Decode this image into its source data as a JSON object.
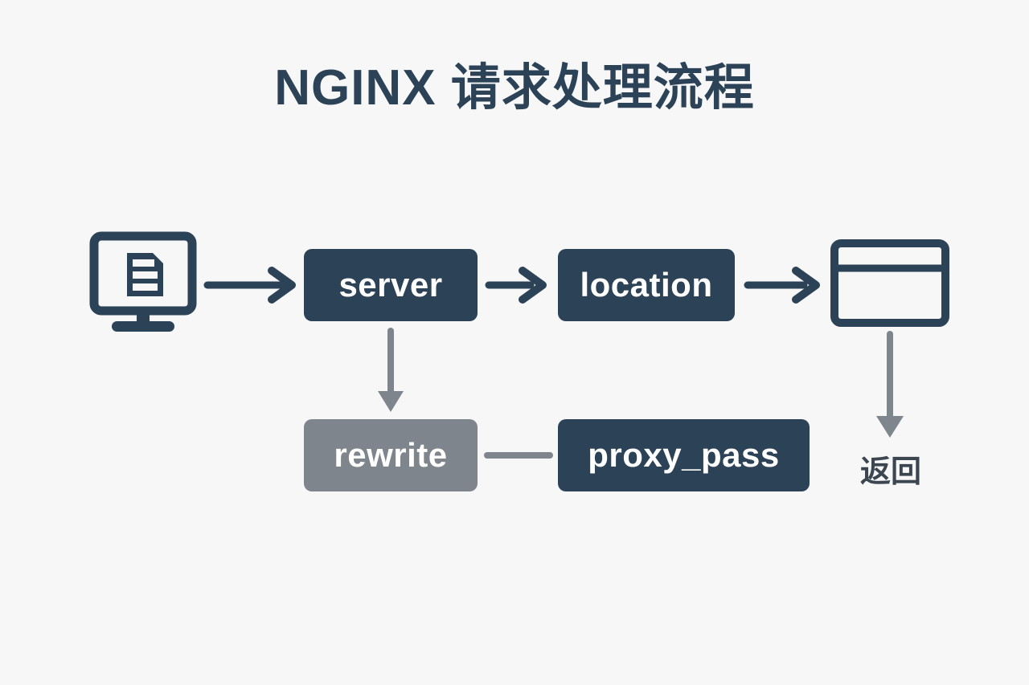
{
  "page": {
    "title": "NGINX 请求处理流程",
    "background_color": "#f7f7f8"
  },
  "colors": {
    "primary_dark": "#2c4257",
    "muted_gray": "#7f858c",
    "arrow_dark": "#2c4257",
    "arrow_gray": "#7f858c",
    "text_on_dark": "#ffffff",
    "label_text": "#3c4650"
  },
  "nodes": [
    {
      "id": "client",
      "kind": "icon",
      "icon": "monitor-document-icon",
      "label": ""
    },
    {
      "id": "server",
      "kind": "box",
      "label": "server",
      "style": "dark"
    },
    {
      "id": "location",
      "kind": "box",
      "label": "location",
      "style": "dark"
    },
    {
      "id": "browser",
      "kind": "icon",
      "icon": "browser-window-icon",
      "label": ""
    },
    {
      "id": "rewrite",
      "kind": "box",
      "label": "rewrite",
      "style": "muted"
    },
    {
      "id": "proxy_pass",
      "kind": "box",
      "label": "proxy_pass",
      "style": "dark"
    },
    {
      "id": "return",
      "kind": "label",
      "label": "返回"
    }
  ],
  "connectors": [
    {
      "id": "client-to-server",
      "from": "client",
      "to": "server",
      "style": "arrow",
      "color": "#2c4257",
      "direction": "right"
    },
    {
      "id": "server-to-location",
      "from": "server",
      "to": "location",
      "style": "arrow",
      "color": "#2c4257",
      "direction": "right"
    },
    {
      "id": "location-to-browser",
      "from": "location",
      "to": "browser",
      "style": "arrow",
      "color": "#2c4257",
      "direction": "right"
    },
    {
      "id": "server-to-rewrite",
      "from": "server",
      "to": "rewrite",
      "style": "arrow",
      "color": "#7f858c",
      "direction": "down"
    },
    {
      "id": "rewrite-to-proxypass",
      "from": "rewrite",
      "to": "proxy_pass",
      "style": "line",
      "color": "#7f858c",
      "direction": "right"
    },
    {
      "id": "browser-to-return",
      "from": "browser",
      "to": "return",
      "style": "arrow",
      "color": "#7f858c",
      "direction": "down"
    }
  ],
  "labels": {
    "server": "server",
    "location": "location",
    "rewrite": "rewrite",
    "proxy_pass": "proxy_pass",
    "return": "返回"
  }
}
